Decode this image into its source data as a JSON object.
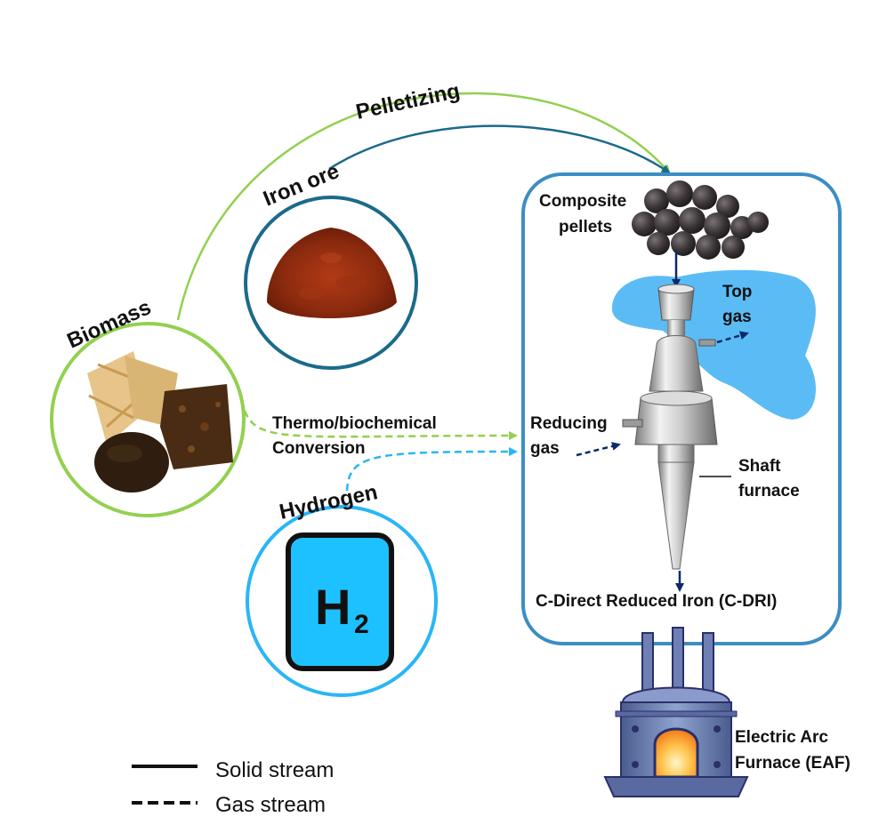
{
  "labels": {
    "pelletizing": "Pelletizing",
    "iron_ore": "Iron ore",
    "biomass": "Biomass",
    "hydrogen": "Hydrogen",
    "h2_main": "H",
    "h2_sub": "2",
    "thermo_line1": "Thermo/biochemical",
    "thermo_line2": "Conversion",
    "composite_line1": "Composite",
    "composite_line2": "pellets",
    "top_gas_line1": "Top",
    "top_gas_line2": "gas",
    "reducing_line1": "Reducing",
    "reducing_line2": "gas",
    "shaft_line1": "Shaft",
    "shaft_line2": "furnace",
    "cdri": "C-Direct Reduced Iron (C-DRI)",
    "eaf_line1": "Electric Arc",
    "eaf_line2": "Furnace (EAF)"
  },
  "legend": {
    "solid": "Solid stream",
    "gas": "Gas stream"
  },
  "colors": {
    "biomass_green": "#92d050",
    "iron_teal": "#1b6a8a",
    "hydrogen_blue": "#29b6f6",
    "h2_fill": "#1ec1ff",
    "process_box": "#3b8ec4",
    "top_gas_cloud": "#5bbcf5",
    "arrow_navy": "#0b2a6b",
    "iron_ore_red": "#8e2a10"
  }
}
